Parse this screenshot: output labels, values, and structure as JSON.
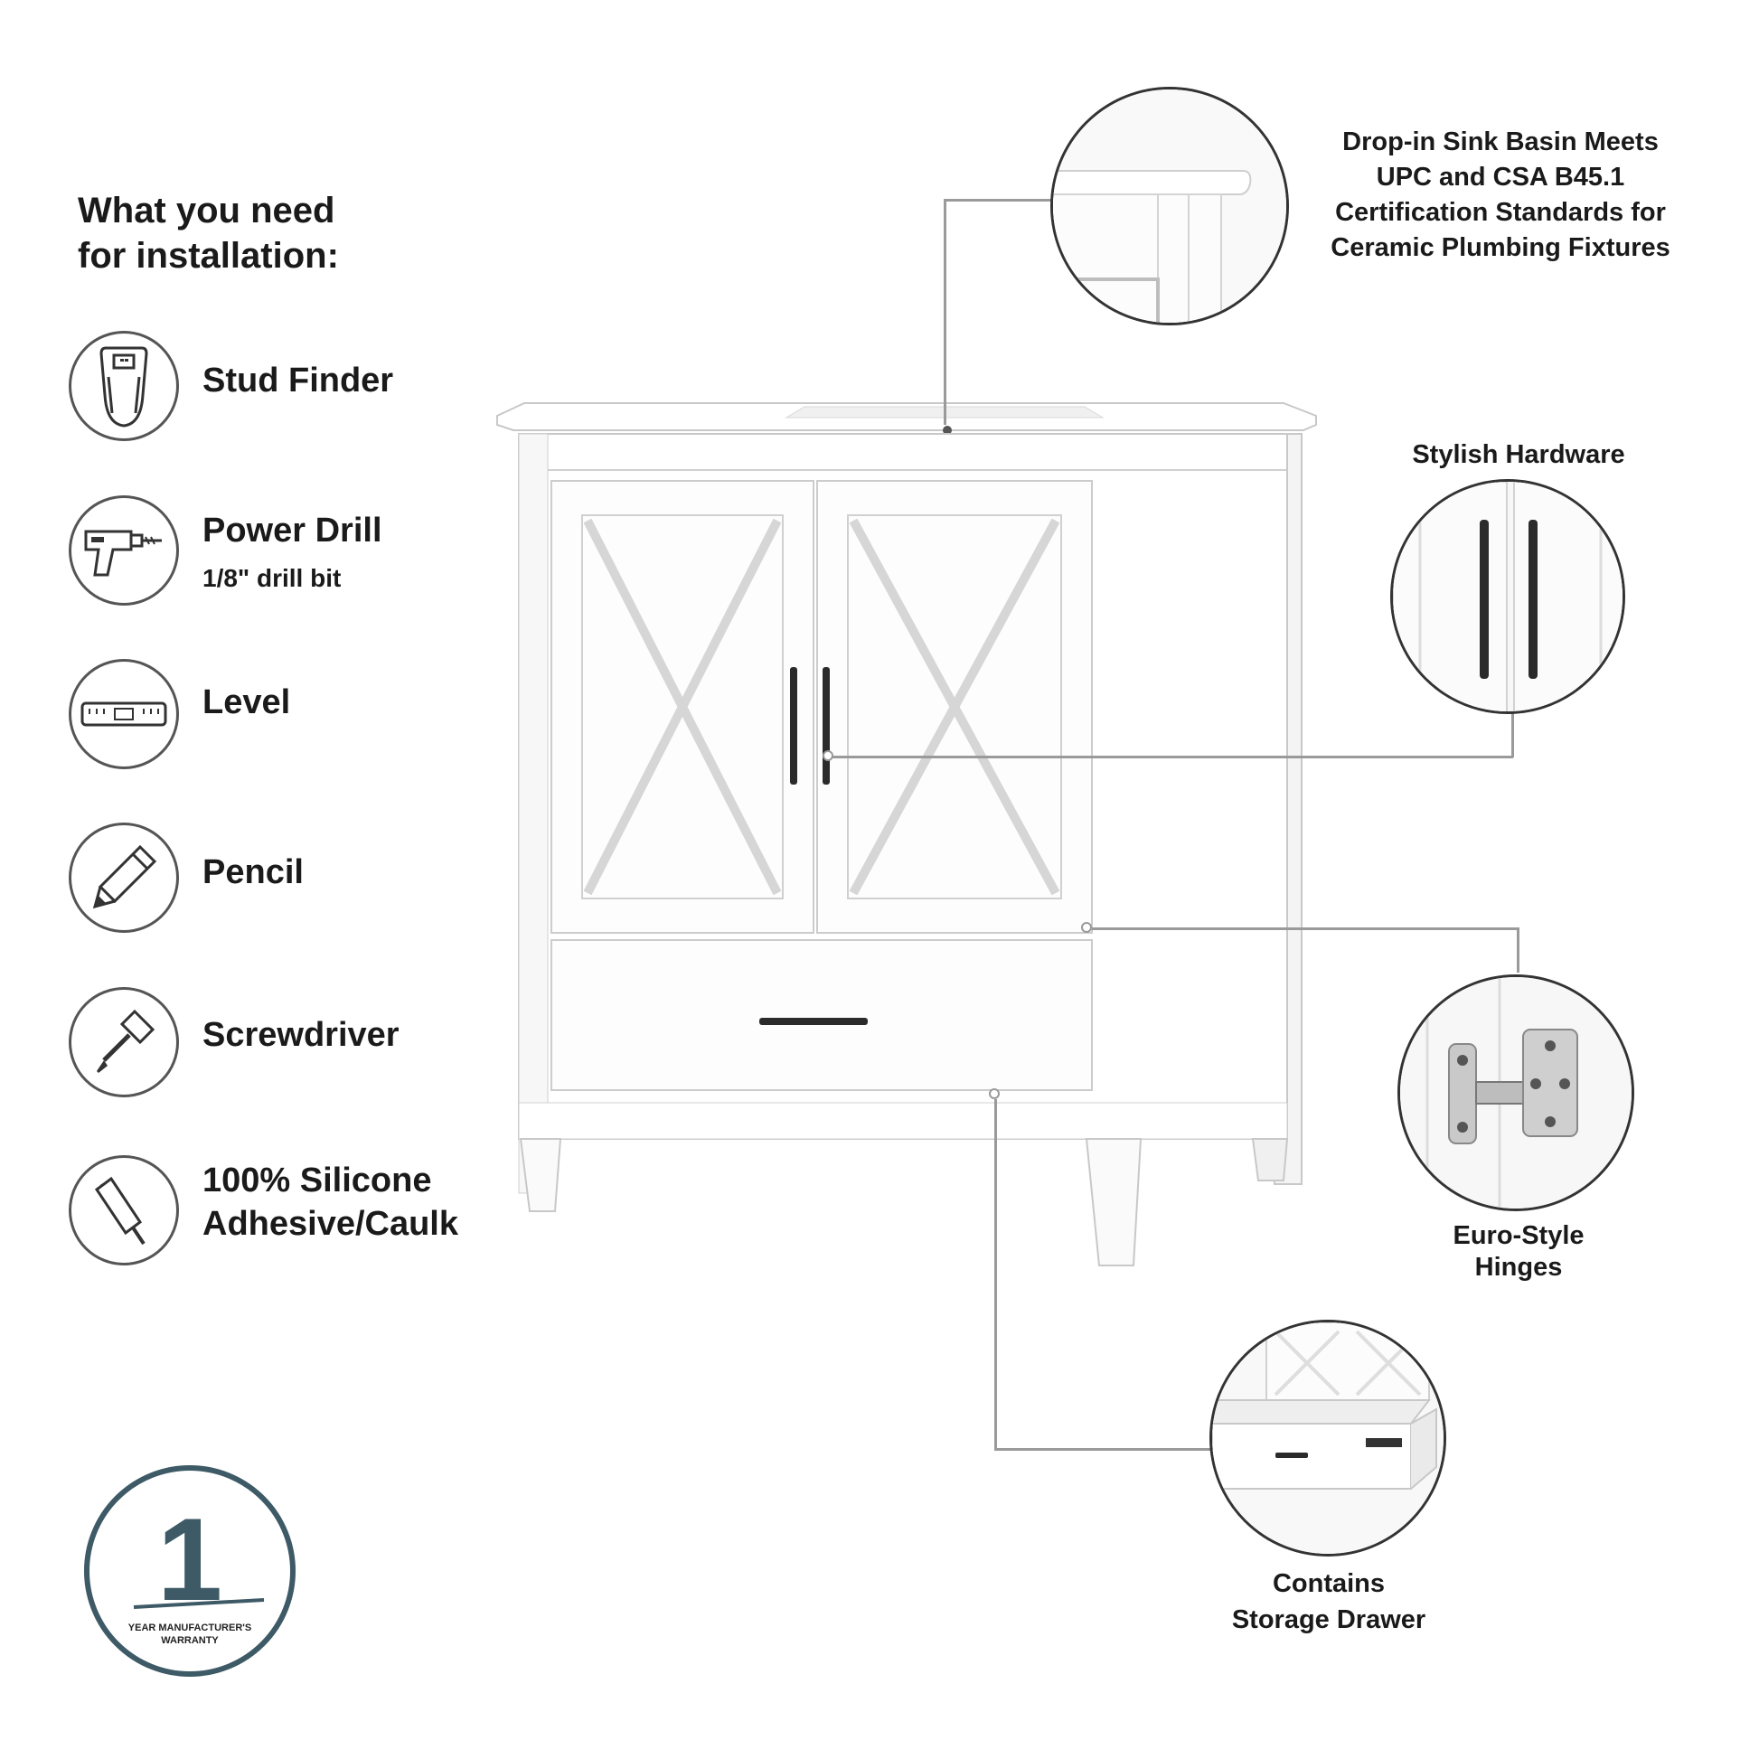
{
  "install": {
    "heading_line1": "What you need",
    "heading_line2": "for installation:",
    "tools": [
      {
        "label": "Stud Finder",
        "icon": "stud-finder-icon"
      },
      {
        "label": "Power Drill",
        "sub": "1/8\" drill bit",
        "icon": "power-drill-icon"
      },
      {
        "label": "Level",
        "icon": "level-icon"
      },
      {
        "label": "Pencil",
        "icon": "pencil-icon"
      },
      {
        "label": "Screwdriver",
        "icon": "screwdriver-icon"
      },
      {
        "label_line1": "100% Silicone",
        "label_line2": "Adhesive/Caulk",
        "icon": "caulk-icon"
      }
    ]
  },
  "features": {
    "sink": {
      "line1": "Drop-in Sink Basin Meets",
      "line2": "UPC and CSA B45.1",
      "line3": "Certification Standards for",
      "line4": "Ceramic Plumbing Fixtures"
    },
    "hardware": {
      "label": "Stylish Hardware"
    },
    "hinges": {
      "line1": "Euro-Style",
      "line2": "Hinges"
    },
    "drawer": {
      "line1": "Contains",
      "line2": "Storage Drawer"
    }
  },
  "warranty": {
    "number": "1",
    "line1": "YEAR MANUFACTURER'S",
    "line2": "WARRANTY",
    "color": "#3d5a66"
  },
  "colors": {
    "accent_teal": "#3d5a66",
    "hardware_black": "#2b2b2b"
  }
}
